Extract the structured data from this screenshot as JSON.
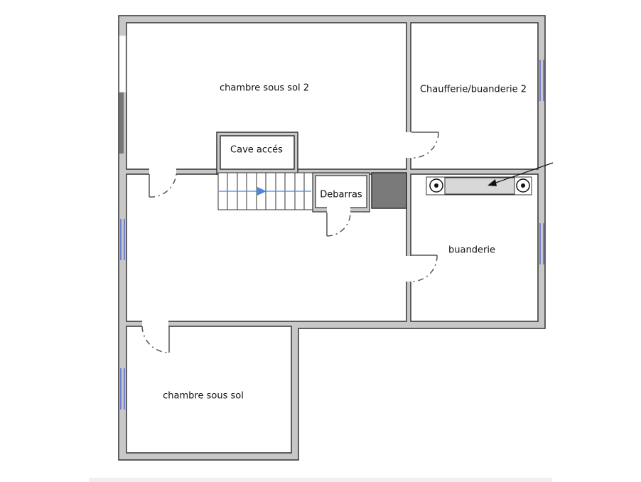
{
  "rooms": {
    "bedroom2": "chambre sous sol 2",
    "boiler": "Chaufferie/buanderie 2",
    "cave": "Cave accés",
    "storage": "Debarras",
    "laundry": "buanderie",
    "bedroom": "chambre sous sol"
  },
  "colors": {
    "wall": "#c8c8c8",
    "outline": "#333333",
    "window": "#3b4fd0",
    "stair_arrow": "#4a86e8",
    "shaft": "#7a7a7a"
  }
}
